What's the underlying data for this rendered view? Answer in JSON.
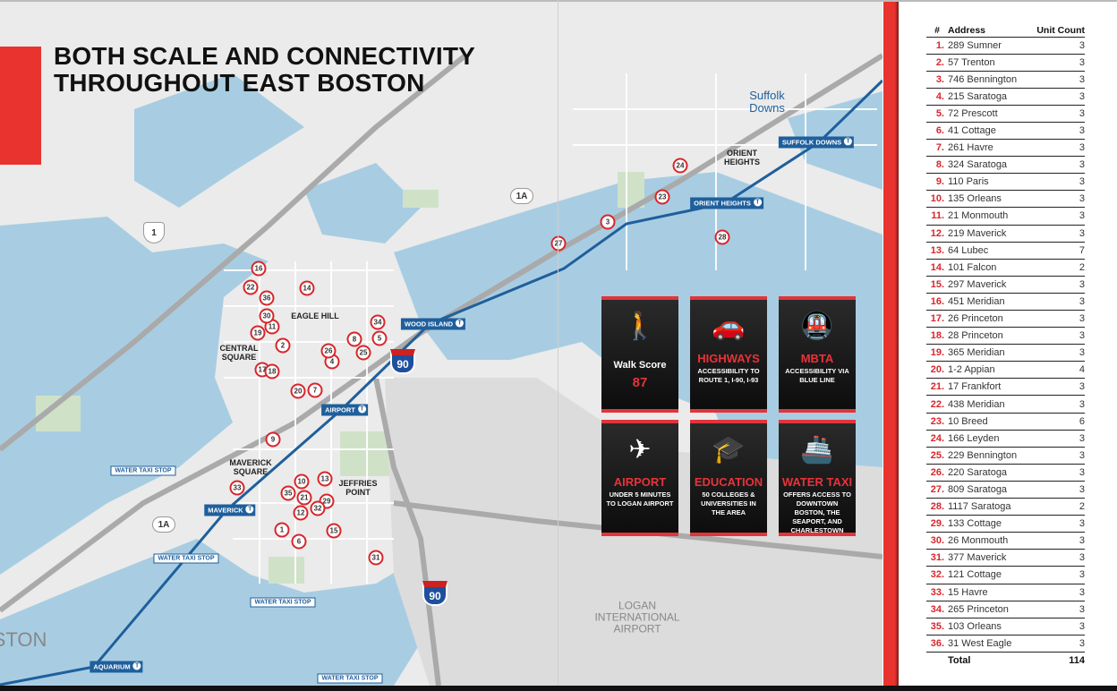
{
  "title": [
    "BOTH SCALE AND CONNECTIVITY",
    "THROUGHOUT EAST BOSTON"
  ],
  "map": {
    "neighborhoods": [
      "EAGLE HILL",
      "CENTRAL SQUARE",
      "MAVERICK SQUARE",
      "JEFFRIES POINT",
      "ORIENT HEIGHTS",
      "Suffolk Downs",
      "LOGAN INTERNATIONAL AIRPORT",
      "STON"
    ],
    "stations": [
      "WOOD ISLAND",
      "AIRPORT",
      "MAVERICK",
      "AQUARIUM",
      "ORIENT HEIGHTS",
      "SUFFOLK DOWNS"
    ],
    "water_taxi_label": "WATER TAXI STOP",
    "highways": [
      "1",
      "1A",
      "1A",
      "90",
      "90"
    ],
    "markers": [
      "1",
      "2",
      "3",
      "4",
      "5",
      "6",
      "7",
      "8",
      "9",
      "10",
      "11",
      "12",
      "13",
      "14",
      "15",
      "16",
      "17",
      "18",
      "19",
      "20",
      "21",
      "22",
      "23",
      "24",
      "25",
      "26",
      "27",
      "28",
      "29",
      "30",
      "31",
      "32",
      "33",
      "34",
      "35",
      "36"
    ],
    "line_color": "#1f5f9c"
  },
  "cards": [
    {
      "icon": "walking-people-icon",
      "glyph": "🚶",
      "heading": "Walk Score",
      "value": "87",
      "desc": ""
    },
    {
      "icon": "car-icon",
      "glyph": "🚗",
      "heading": "HIGHWAYS",
      "desc": "ACCESSIBILITY TO ROUTE 1, I-90, I-93"
    },
    {
      "icon": "train-icon",
      "glyph": "🚇",
      "heading": "MBTA",
      "desc": "ACCESSIBILITY VIA BLUE LINE"
    },
    {
      "icon": "airplane-icon",
      "glyph": "✈",
      "heading": "AIRPORT",
      "desc": "UNDER 5 MINUTES TO LOGAN AIRPORT"
    },
    {
      "icon": "graduation-cap-icon",
      "glyph": "🎓",
      "heading": "EDUCATION",
      "desc": "50 COLLEGES & UNIVERSITIES IN THE AREA"
    },
    {
      "icon": "ship-icon",
      "glyph": "🚢",
      "heading": "WATER TAXI",
      "desc": "OFFERS ACCESS TO DOWNTOWN BOSTON, THE SEAPORT, AND CHARLESTOWN"
    }
  ],
  "table": {
    "headers": [
      "#",
      "Address",
      "Unit Count"
    ],
    "rows": [
      [
        "1.",
        "289 Sumner",
        "3"
      ],
      [
        "2.",
        "57 Trenton",
        "3"
      ],
      [
        "3.",
        "746 Bennington",
        "3"
      ],
      [
        "4.",
        "215 Saratoga",
        "3"
      ],
      [
        "5.",
        "72 Prescott",
        "3"
      ],
      [
        "6.",
        "41 Cottage",
        "3"
      ],
      [
        "7.",
        "261 Havre",
        "3"
      ],
      [
        "8.",
        "324 Saratoga",
        "3"
      ],
      [
        "9.",
        "110 Paris",
        "3"
      ],
      [
        "10.",
        "135 Orleans",
        "3"
      ],
      [
        "11.",
        "21 Monmouth",
        "3"
      ],
      [
        "12.",
        "219 Maverick",
        "3"
      ],
      [
        "13.",
        "64 Lubec",
        "7"
      ],
      [
        "14.",
        "101 Falcon",
        "2"
      ],
      [
        "15.",
        "297 Maverick",
        "3"
      ],
      [
        "16.",
        "451 Meridian",
        "3"
      ],
      [
        "17.",
        "26 Princeton",
        "3"
      ],
      [
        "18.",
        "28 Princeton",
        "3"
      ],
      [
        "19.",
        "365 Meridian",
        "3"
      ],
      [
        "20.",
        "1-2 Appian",
        "4"
      ],
      [
        "21.",
        "17 Frankfort",
        "3"
      ],
      [
        "22.",
        "438 Meridian",
        "3"
      ],
      [
        "23.",
        "10 Breed",
        "6"
      ],
      [
        "24.",
        "166 Leyden",
        "3"
      ],
      [
        "25.",
        "229 Bennington",
        "3"
      ],
      [
        "26.",
        "220 Saratoga",
        "3"
      ],
      [
        "27.",
        "809 Saratoga",
        "3"
      ],
      [
        "28.",
        "1117 Saratoga",
        "2"
      ],
      [
        "29.",
        "133 Cottage",
        "3"
      ],
      [
        "30.",
        "26 Monmouth",
        "3"
      ],
      [
        "31.",
        "377 Maverick",
        "3"
      ],
      [
        "32.",
        "121 Cottage",
        "3"
      ],
      [
        "33.",
        "15 Havre",
        "3"
      ],
      [
        "34.",
        "265 Princeton",
        "3"
      ],
      [
        "35.",
        "103 Orleans",
        "3"
      ],
      [
        "36.",
        "31 West Eagle",
        "3"
      ]
    ],
    "total_label": "Total",
    "total": "114"
  }
}
